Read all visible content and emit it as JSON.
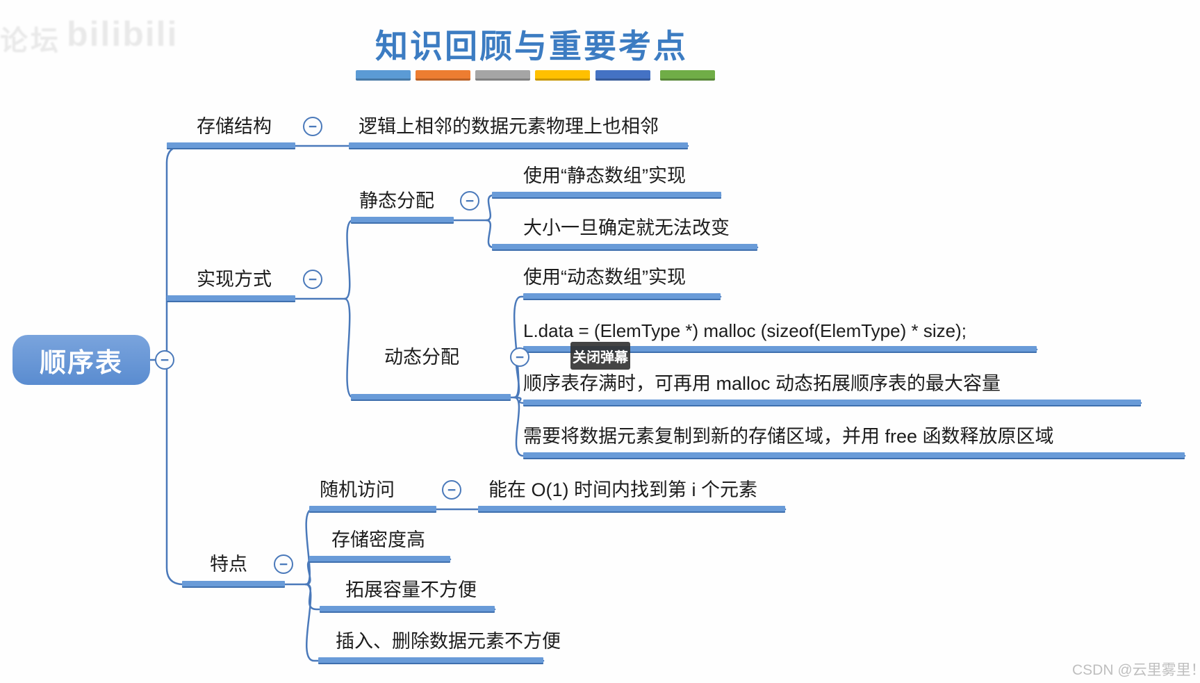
{
  "watermarks": {
    "forum": "论坛",
    "bilibili": "bilibili",
    "csdn": "CSDN @云里雾里！"
  },
  "title": "知识回顾与重要考点",
  "accent_colors": [
    "#5b9bd5",
    "#ed7d31",
    "#a5a5a5",
    "#ffc000",
    "#4472c4",
    "#70ad47"
  ],
  "tooltip": {
    "label": "关闭弹幕"
  },
  "collapse_glyph": "−",
  "root": {
    "label": "顺序表"
  },
  "branches": {
    "storage": {
      "label": "存储结构",
      "child": "逻辑上相邻的数据元素物理上也相邻"
    },
    "impl": {
      "label": "实现方式",
      "static": {
        "label": "静态分配",
        "c1": "使用“静态数组”实现",
        "c2": "大小一旦确定就无法改变"
      },
      "dynamic": {
        "label": "动态分配",
        "c1": "使用“动态数组”实现",
        "c2": "L.data = (ElemType *) malloc (sizeof(ElemType) * size);",
        "c3": "顺序表存满时，可再用 malloc 动态拓展顺序表的最大容量",
        "c4": "需要将数据元素复制到新的存储区域，并用 free 函数释放原区域"
      }
    },
    "features": {
      "label": "特点",
      "random": {
        "label": "随机访问",
        "child": "能在 O(1) 时间内找到第 i 个元素"
      },
      "c2": "存储密度高",
      "c3": "拓展容量不方便",
      "c4": "插入、删除数据元素不方便"
    }
  }
}
